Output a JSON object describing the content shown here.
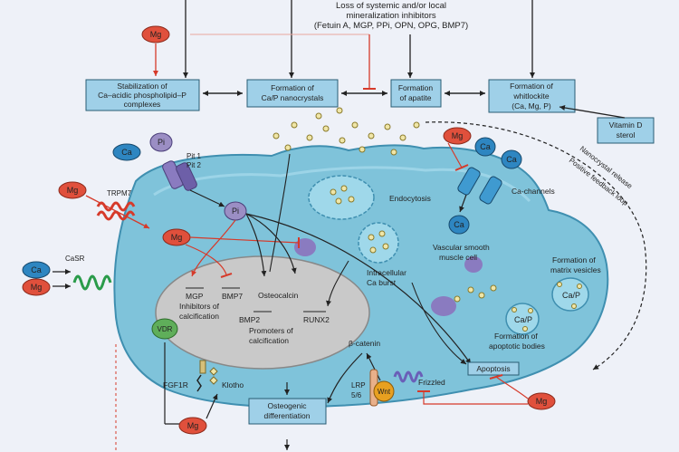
{
  "colors": {
    "background": "#eef1f8",
    "cell_fill": "#7fc3da",
    "cell_stroke": "#3f8fb0",
    "nucleus_fill": "#c9c9c9",
    "box_fill": "#9fd0e8",
    "mg_fill": "#e0503c",
    "ca_fill": "#2e86c1",
    "pi_fill": "#9b8ec4",
    "inhibit_line": "#d63a2a",
    "arrow_line": "#222222"
  },
  "top_inhibitors": {
    "line1": "Loss of systemic and/or local",
    "line2": "mineralization inhibitors",
    "line3": "(Fetuin A, MGP, PPi, OPN, OPG, BMP7)"
  },
  "boxes": {
    "stabilization": {
      "line1": "Stabilization of",
      "line2": "Ca–acidic phospholipid–P",
      "line3": "complexes"
    },
    "nanocrystals": {
      "line1": "Formation of",
      "line2": "Ca/P nanocrystals"
    },
    "apatite": {
      "line1": "Formation",
      "line2": "of apatite"
    },
    "whitlockite": {
      "line1": "Formation of",
      "line2": "whitlockite",
      "line3": "(Ca, Mg, P)"
    },
    "vitamin_d": {
      "line1": "Vitamin D",
      "line2": "sterol"
    },
    "osteogenic": {
      "line1": "Osteogenic",
      "line2": "differentiation"
    },
    "apoptosis": {
      "label": "Apoptosis"
    }
  },
  "ions": {
    "mg": "Mg",
    "ca": "Ca",
    "pi": "Pi",
    "ca_p": "Ca/P",
    "wnt": "Wnt"
  },
  "labels": {
    "pit": "Pit 1",
    "pit2": "Pit 2",
    "trpm7": "TRPM7",
    "casr": "CaSR",
    "ca_channels": "Ca-channels",
    "endocytosis": "Endocytosis",
    "vsmc_line1": "Vascular smooth",
    "vsmc_line2": "muscle cell",
    "intracellular_line1": "Intracellular",
    "intracellular_line2": "Ca burst",
    "matrix_vesicles_line1": "Formation of",
    "matrix_vesicles_line2": "matrix vesicles",
    "apoptotic_line1": "Formation of",
    "apoptotic_line2": "apoptotic bodies",
    "feedback_line1": "Nanocrystal release",
    "feedback_line2": "Positive feedback loop",
    "beta_catenin": "β-catenin",
    "lrp_line1": "LRP",
    "lrp_line2": "5/6",
    "frizzled": "Frizzled",
    "fgf1r": "FGF1R",
    "klotho": "Klotho",
    "vdr": "VDR",
    "mgp_line1": "MGP",
    "mgp_line2": "Inhibitors of",
    "mgp_line3": "calcification",
    "bmp7": "BMP7",
    "osteocalcin": "Osteocalcin",
    "bmp2": "BMP2",
    "runx2": "RUNX2",
    "promoters_line1": "Promoters of",
    "promoters_line2": "calcification"
  }
}
